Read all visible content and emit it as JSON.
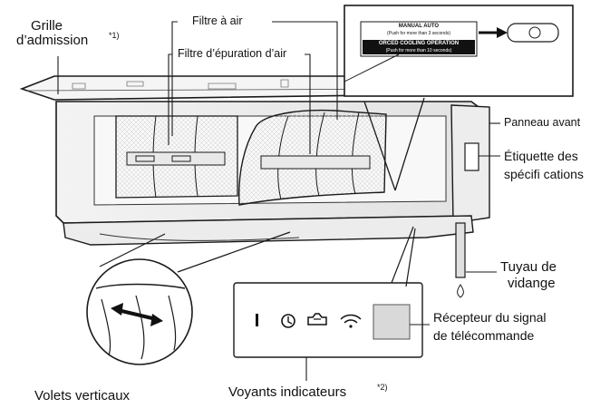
{
  "labels": {
    "intake_grille_line1": "Grille",
    "intake_grille_line2": "d’admission",
    "intake_grille_note": "*1)",
    "air_filter": "Filtre à air",
    "air_purifying_filter": "Filtre d’épuration d’air",
    "front_panel": "Panneau avant",
    "spec_label_line1": "Étiquette des",
    "spec_label_line2": "spécifi cations",
    "drain_hose_line1": "Tuyau de",
    "drain_hose_line2": "vidange",
    "receiver_line1": "Récepteur du signal",
    "receiver_line2": "de télécommande",
    "vertical_louvers": "Volets verticaux",
    "indicators": "Voyants indicateurs",
    "indicators_note": "*2)"
  },
  "button_callout": {
    "line1": "MANUAL AUTO",
    "line2": "(Push for more than 3 seconds)",
    "line3": "ORCED COOLING OPERATION",
    "line4": "(Push for more than 10 seconds)"
  },
  "indicator_panel": {
    "icons": [
      "power-indicator-icon",
      "timer-indicator-icon",
      "clean-indicator-icon",
      "wifi-indicator-icon"
    ]
  },
  "colors": {
    "line": "#1a1a1a",
    "panel_fill": "#ffffff",
    "shade": "#cfcfcf",
    "receiver": "#d9d9d9"
  }
}
